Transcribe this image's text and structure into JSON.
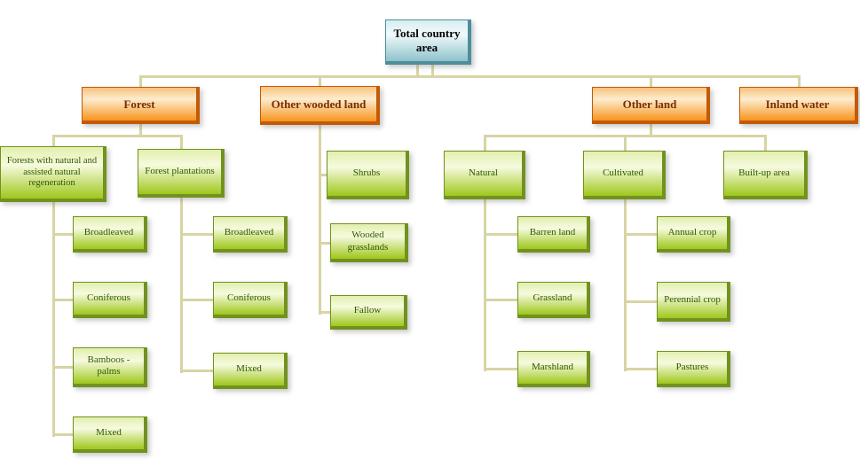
{
  "colors": {
    "connector": "#d8d4a4",
    "root-top": "#d8eef1",
    "root-mid": "#f0fafb",
    "root-bottom": "#8fc2cb",
    "root-edge": "#4d8d9c",
    "root-text": "#000000",
    "branch-top": "#f9c27c",
    "branch-mid": "#fdeccf",
    "branch-bottom": "#f7941d",
    "branch-edge": "#c25a08",
    "branch-text": "#7b2d00",
    "leaf-top": "#e2efae",
    "leaf-mid": "#f6fadf",
    "leaf-bottom": "#9fc71c",
    "leaf-edge": "#71921e",
    "leaf-text": "#2f5a00"
  },
  "nodes": {
    "total": "Total country area",
    "forest": "Forest",
    "other_wooded_land": "Other wooded land",
    "other_land": "Other land",
    "inland_water": "Inland water",
    "forests_natural": "Forests with natural and assisted natural regeneration",
    "forest_plantations": "Forest plantations",
    "fn_broadleaved": "Broadleaved",
    "fn_coniferous": "Coniferous",
    "fn_bamboos": "Bamboos - palms",
    "fn_mixed": "Mixed",
    "fp_broadleaved": "Broadleaved",
    "fp_coniferous": "Coniferous",
    "fp_mixed": "Mixed",
    "owl_shrubs": "Shrubs",
    "owl_wooded_grasslands": "Wooded grasslands",
    "owl_fallow": "Fallow",
    "ol_natural": "Natural",
    "ol_cultivated": "Cultivated",
    "ol_built_up": "Built-up area",
    "nat_barren": "Barren land",
    "nat_grassland": "Grassland",
    "nat_marshland": "Marshland",
    "cult_annual": "Annual crop",
    "cult_perennial": "Perennial crop",
    "cult_pastures": "Pastures"
  }
}
